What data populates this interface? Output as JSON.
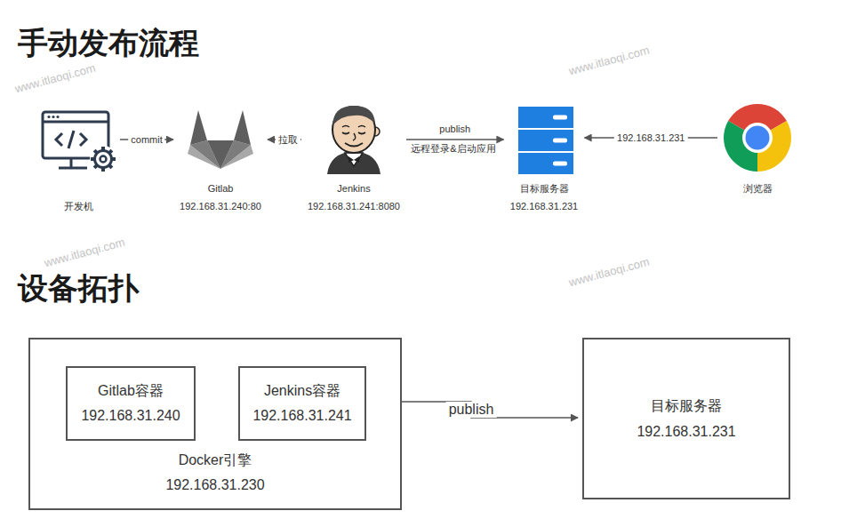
{
  "diagram": {
    "title": "手动发布流程",
    "nodes": [
      {
        "text": [
          "开发机"
        ]
      },
      {
        "text": [
          "Gitlab",
          "192.168.31.240:80"
        ]
      },
      {
        "text": [
          "Jenkins",
          "192.168.31.241:8080"
        ]
      },
      {
        "text": [
          "目标服务器",
          "192.168.31.231"
        ]
      },
      {
        "text": [
          "浏览器"
        ]
      },
      {
        "text": [
          "Docker引擎",
          "192.168.31.230"
        ]
      },
      {
        "text": [
          "Gitlab容器",
          "192.168.31.240"
        ],
        "in": 5
      },
      {
        "text": [
          "Jenkins容器",
          "192.168.31.241"
        ],
        "in": 5
      },
      {
        "text": [
          "目标服务器",
          "192.168.31.231"
        ]
      }
    ],
    "edges": [
      {
        "from": 0,
        "to": 1,
        "label": "commit",
        "arrow": "to"
      },
      {
        "from": 2,
        "to": 1,
        "label": "拉取",
        "arrow": "to"
      },
      {
        "from": 2,
        "to": 3,
        "label": "publish",
        "arrow": "to"
      },
      {
        "from": 4,
        "to": 3,
        "label": "192.168.31.231",
        "arrow": "to"
      },
      {
        "from": 7,
        "to": 8,
        "label": "publish",
        "arrow": "to"
      }
    ],
    "labels": [
      "设备拓扑",
      "远程登录&启动应用",
      "www.itlaoqi.com",
      "www.itlaoqi.com",
      "www.itlaoqi.com",
      "www.itlaoqi.com"
    ]
  }
}
